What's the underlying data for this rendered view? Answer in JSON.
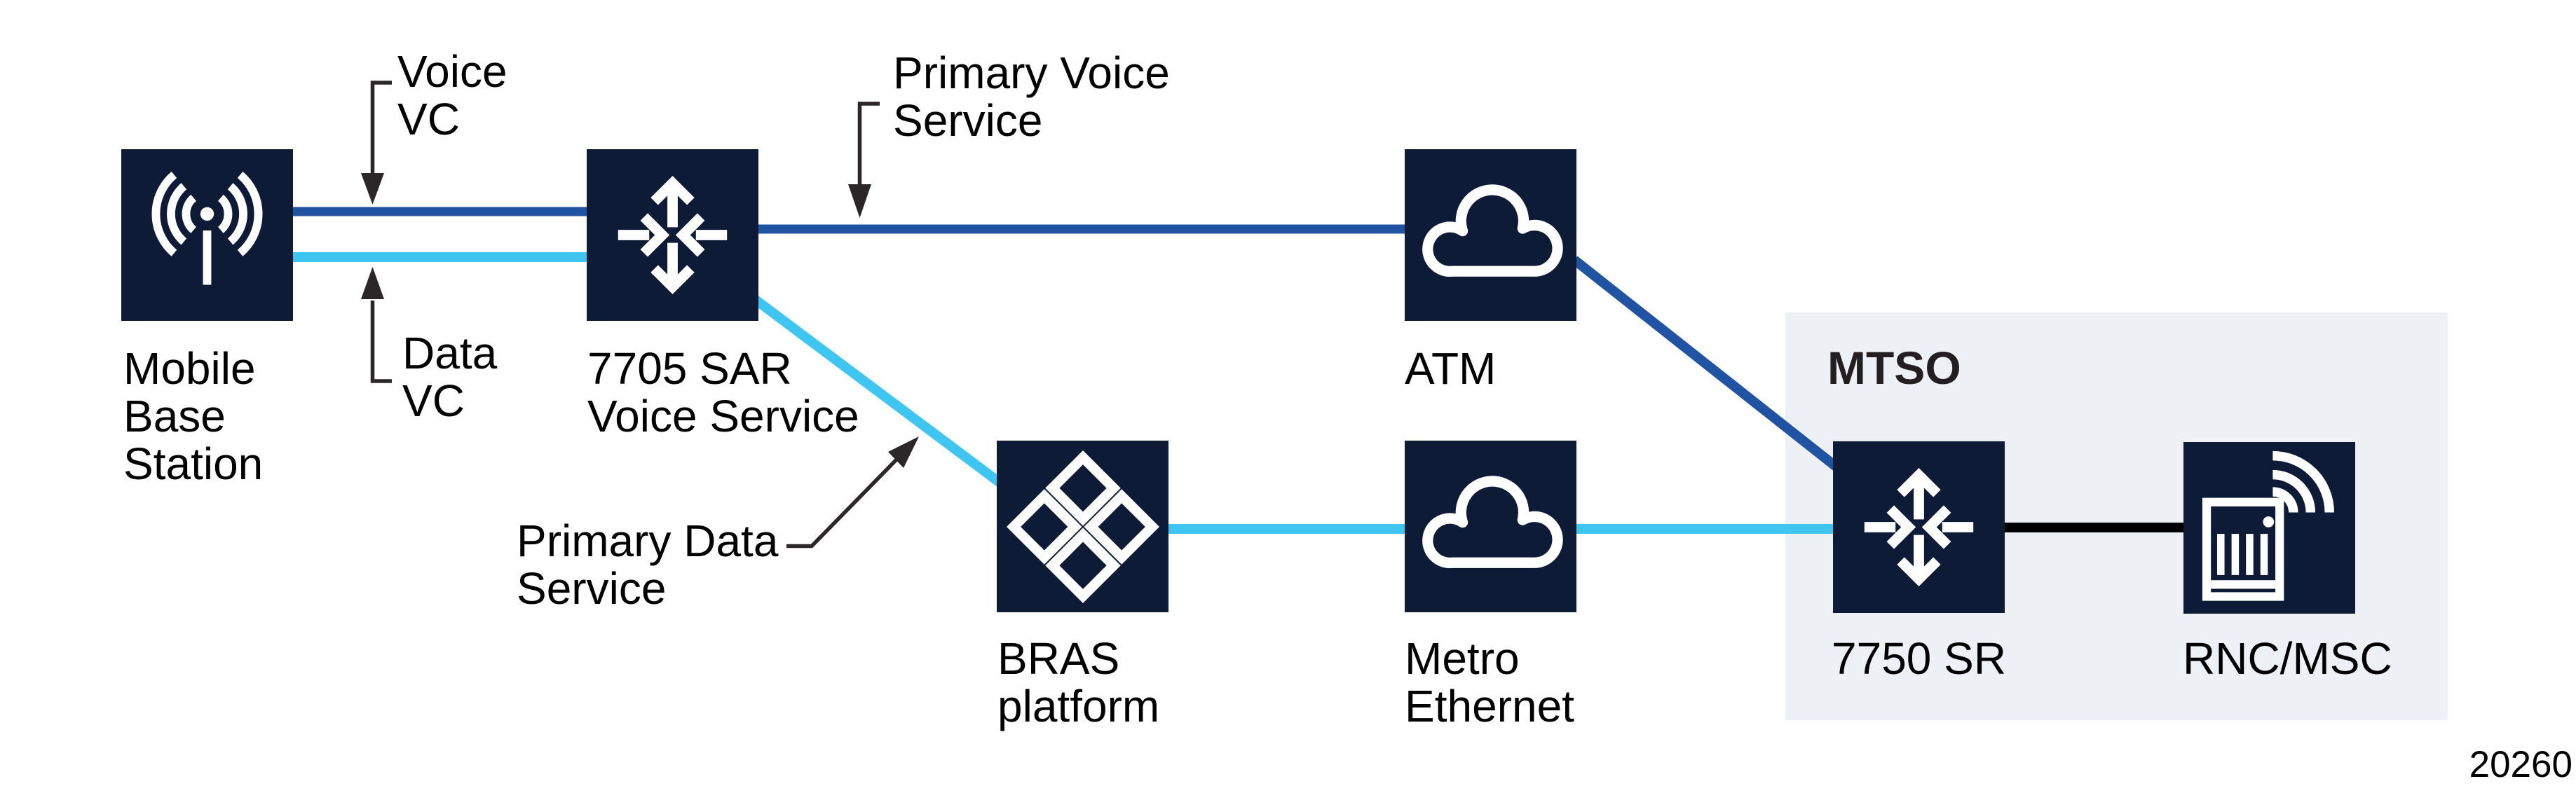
{
  "figure_id": "20260",
  "colors": {
    "navy_box": "#0d1b36",
    "voice_line": "#2153a3",
    "data_line": "#3ec6f0",
    "black_line": "#000000",
    "callout": "#2b2627",
    "region_bg": "#edf1f5",
    "label_text": "#000000",
    "region_label_text": "#231f20"
  },
  "region": {
    "label": "MTSO"
  },
  "nodes": {
    "mobile_base_station": {
      "label": "Mobile\nBase\nStation",
      "icon": "antenna-icon"
    },
    "sar_7705": {
      "label": "7705 SAR\nVoice Service",
      "icon": "router-icon"
    },
    "atm": {
      "label": "ATM",
      "icon": "cloud-icon"
    },
    "bras": {
      "label": "BRAS\nplatform",
      "icon": "diamonds-icon"
    },
    "metro_ethernet": {
      "label": "Metro\nEthernet",
      "icon": "cloud-icon"
    },
    "sr_7750": {
      "label": "7750 SR",
      "icon": "router-icon"
    },
    "rnc_msc": {
      "label": "RNC/MSC",
      "icon": "server-wireless-icon"
    }
  },
  "callouts": {
    "voice_vc": {
      "label": "Voice\nVC"
    },
    "data_vc": {
      "label": "Data\nVC"
    },
    "primary_voice": {
      "label": "Primary Voice\nService"
    },
    "primary_data": {
      "label": "Primary Data\nService"
    }
  },
  "links": [
    {
      "name": "voice-vc-link",
      "from": "mobile_base_station",
      "to": "sar_7705",
      "color_key": "voice_line"
    },
    {
      "name": "data-vc-link",
      "from": "mobile_base_station",
      "to": "sar_7705",
      "color_key": "data_line"
    },
    {
      "name": "primary-voice-link",
      "from": "sar_7705",
      "to": "atm",
      "color_key": "voice_line"
    },
    {
      "name": "primary-data-link",
      "from": "sar_7705",
      "to": "bras",
      "color_key": "data_line"
    },
    {
      "name": "bras-metro-link",
      "from": "bras",
      "to": "metro_ethernet",
      "color_key": "data_line"
    },
    {
      "name": "metro-sr-link",
      "from": "metro_ethernet",
      "to": "sr_7750",
      "color_key": "data_line"
    },
    {
      "name": "atm-sr-link",
      "from": "atm",
      "to": "sr_7750",
      "color_key": "voice_line"
    },
    {
      "name": "sr-rnc-link",
      "from": "sr_7750",
      "to": "rnc_msc",
      "color_key": "black_line"
    }
  ]
}
